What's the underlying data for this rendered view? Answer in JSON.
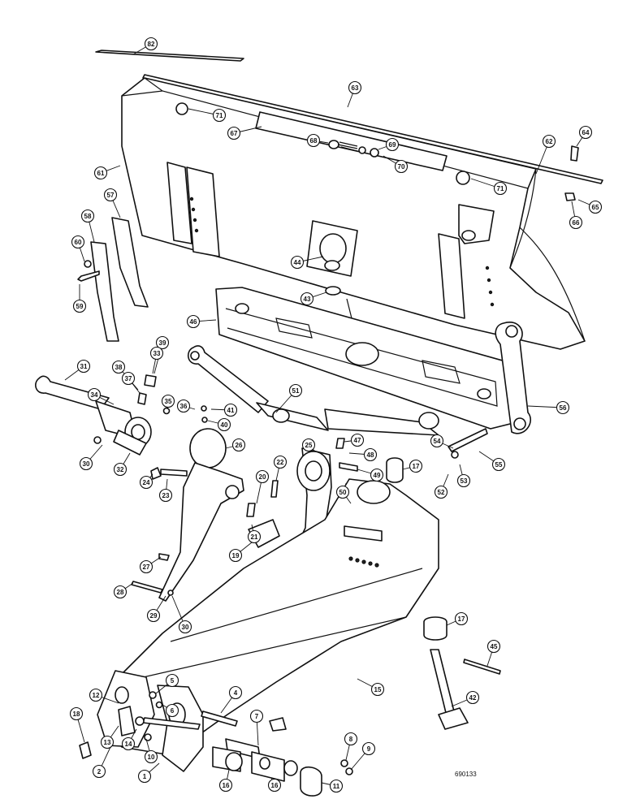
{
  "figure": {
    "reference_number": "690133"
  },
  "callouts": [
    {
      "id": "c82",
      "label": "82"
    },
    {
      "id": "c63",
      "label": "63"
    },
    {
      "id": "c71a",
      "label": "71"
    },
    {
      "id": "c67",
      "label": "67"
    },
    {
      "id": "c68",
      "label": "68"
    },
    {
      "id": "c69",
      "label": "69"
    },
    {
      "id": "c70",
      "label": "70"
    },
    {
      "id": "c62",
      "label": "62"
    },
    {
      "id": "c64",
      "label": "64"
    },
    {
      "id": "c65",
      "label": "65"
    },
    {
      "id": "c66",
      "label": "66"
    },
    {
      "id": "c71b",
      "label": "71"
    },
    {
      "id": "c61",
      "label": "61"
    },
    {
      "id": "c57",
      "label": "57"
    },
    {
      "id": "c58",
      "label": "58"
    },
    {
      "id": "c60",
      "label": "60"
    },
    {
      "id": "c59",
      "label": "59"
    },
    {
      "id": "c44",
      "label": "44"
    },
    {
      "id": "c43",
      "label": "43"
    },
    {
      "id": "c46",
      "label": "46"
    },
    {
      "id": "c39",
      "label": "39"
    },
    {
      "id": "c33",
      "label": "33"
    },
    {
      "id": "c31",
      "label": "31"
    },
    {
      "id": "c38",
      "label": "38"
    },
    {
      "id": "c37",
      "label": "37"
    },
    {
      "id": "c34",
      "label": "34"
    },
    {
      "id": "c35",
      "label": "35"
    },
    {
      "id": "c36",
      "label": "36"
    },
    {
      "id": "c41",
      "label": "41"
    },
    {
      "id": "c40",
      "label": "40"
    },
    {
      "id": "c51",
      "label": "51"
    },
    {
      "id": "c56",
      "label": "56"
    },
    {
      "id": "c30a",
      "label": "30"
    },
    {
      "id": "c32",
      "label": "32"
    },
    {
      "id": "c24",
      "label": "24"
    },
    {
      "id": "c23",
      "label": "23"
    },
    {
      "id": "c26",
      "label": "26"
    },
    {
      "id": "c25",
      "label": "25"
    },
    {
      "id": "c47",
      "label": "47"
    },
    {
      "id": "c48",
      "label": "48"
    },
    {
      "id": "c49",
      "label": "49"
    },
    {
      "id": "c17a",
      "label": "17"
    },
    {
      "id": "c54",
      "label": "54"
    },
    {
      "id": "c55",
      "label": "55"
    },
    {
      "id": "c53",
      "label": "53"
    },
    {
      "id": "c52",
      "label": "52"
    },
    {
      "id": "c50",
      "label": "50"
    },
    {
      "id": "c20",
      "label": "20"
    },
    {
      "id": "c22",
      "label": "22"
    },
    {
      "id": "c21",
      "label": "21"
    },
    {
      "id": "c19",
      "label": "19"
    },
    {
      "id": "c27",
      "label": "27"
    },
    {
      "id": "c28",
      "label": "28"
    },
    {
      "id": "c29",
      "label": "29"
    },
    {
      "id": "c30b",
      "label": "30"
    },
    {
      "id": "c17b",
      "label": "17"
    },
    {
      "id": "c45",
      "label": "45"
    },
    {
      "id": "c15",
      "label": "15"
    },
    {
      "id": "c42",
      "label": "42"
    },
    {
      "id": "c5",
      "label": "5"
    },
    {
      "id": "c4",
      "label": "4"
    },
    {
      "id": "c6",
      "label": "6"
    },
    {
      "id": "c12",
      "label": "12"
    },
    {
      "id": "c7",
      "label": "7"
    },
    {
      "id": "c18",
      "label": "18"
    },
    {
      "id": "c13",
      "label": "13"
    },
    {
      "id": "c14",
      "label": "14"
    },
    {
      "id": "c10",
      "label": "10"
    },
    {
      "id": "c2",
      "label": "2"
    },
    {
      "id": "c1",
      "label": "1"
    },
    {
      "id": "c16a",
      "label": "16"
    },
    {
      "id": "c16b",
      "label": "16"
    },
    {
      "id": "c8",
      "label": "8"
    },
    {
      "id": "c9",
      "label": "9"
    },
    {
      "id": "c11",
      "label": "11"
    }
  ]
}
